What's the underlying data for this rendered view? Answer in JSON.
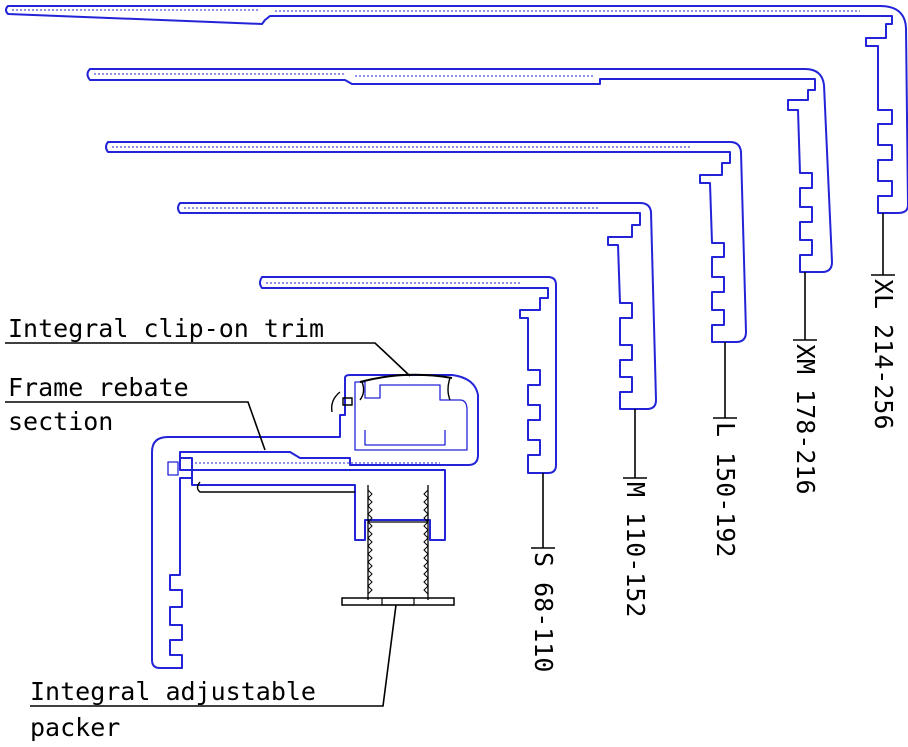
{
  "colors": {
    "profile": "#2323d8",
    "line": "#000000",
    "background": "#ffffff"
  },
  "labels": {
    "clip_on_trim": "Integral clip-on trim",
    "frame_rebate_line1": "Frame rebate",
    "frame_rebate_line2": "section",
    "adjustable_packer_line1": "Integral adjustable",
    "adjustable_packer_line2": "packer"
  },
  "sizes": [
    {
      "code": "S",
      "range": "68-110",
      "text": "S 68-110"
    },
    {
      "code": "M",
      "range": "110-152",
      "text": "M 110-152"
    },
    {
      "code": "L",
      "range": "150-192",
      "text": "L 150-192"
    },
    {
      "code": "XM",
      "range": "178-216",
      "text": "XM 178-216"
    },
    {
      "code": "XL",
      "range": "214-256",
      "text": "XL 214-256"
    }
  ]
}
